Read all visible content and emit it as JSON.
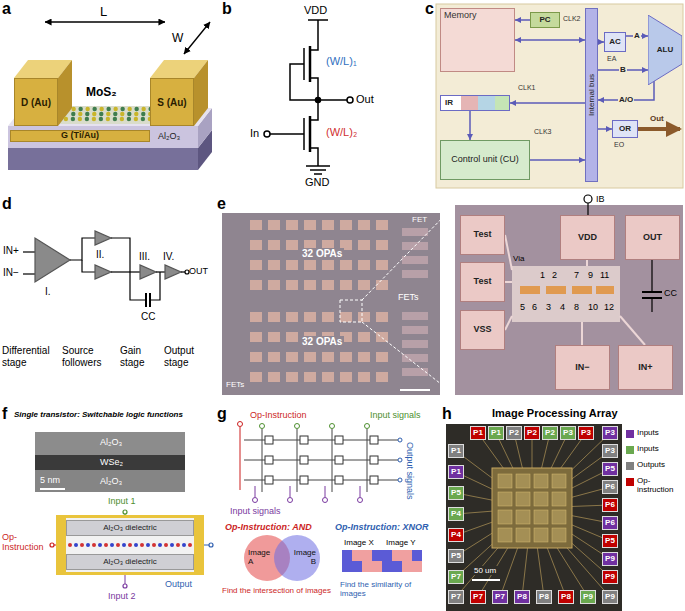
{
  "diagram": {
    "nodes": [
      {
        "text": [
          "D (Au)"
        ]
      },
      {
        "text": [
          "S (Au)"
        ]
      },
      {
        "text": [
          "G (Ti/Au)"
        ]
      },
      {
        "text": [
          "Memory"
        ]
      },
      {
        "text": [
          "PC"
        ]
      },
      {
        "text": [
          "Internal bus"
        ]
      },
      {
        "text": [
          "AC"
        ]
      },
      {
        "text": [
          "ALU"
        ]
      },
      {
        "text": [
          "IR"
        ]
      },
      {
        "text": [
          "Control unit (CU)"
        ]
      },
      {
        "text": [
          "OR"
        ]
      },
      {
        "text": [
          "Test"
        ]
      },
      {
        "text": [
          "Test"
        ]
      },
      {
        "text": [
          "VDD"
        ]
      },
      {
        "text": [
          "OUT"
        ]
      },
      {
        "text": [
          "VSS"
        ]
      },
      {
        "text": [
          "IN−"
        ]
      },
      {
        "text": [
          "IN+"
        ]
      },
      {
        "text": [
          "Al₂O₃ dielectric"
        ]
      },
      {
        "text": [
          "Al₂O₃ dielectric"
        ]
      },
      {
        "text": [
          "Image A"
        ]
      },
      {
        "text": [
          "Image B"
        ]
      },
      {
        "text": [
          "P1"
        ]
      },
      {
        "text": [
          "P1"
        ]
      },
      {
        "text": [
          "P2"
        ]
      },
      {
        "text": [
          "P2"
        ]
      },
      {
        "text": [
          "P2"
        ]
      },
      {
        "text": [
          "P3"
        ]
      },
      {
        "text": [
          "P3"
        ]
      },
      {
        "text": [
          "P1"
        ]
      },
      {
        "text": [
          "P1"
        ]
      },
      {
        "text": [
          "P5"
        ]
      },
      {
        "text": [
          "P4"
        ]
      },
      {
        "text": [
          "P4"
        ]
      },
      {
        "text": [
          "P5"
        ]
      },
      {
        "text": [
          "P7"
        ]
      },
      {
        "text": [
          "P3"
        ]
      },
      {
        "text": [
          "P3"
        ]
      },
      {
        "text": [
          "P5"
        ]
      },
      {
        "text": [
          "P6"
        ]
      },
      {
        "text": [
          "P6"
        ]
      },
      {
        "text": [
          "P6"
        ]
      },
      {
        "text": [
          "P5"
        ]
      },
      {
        "text": [
          "P9"
        ]
      },
      {
        "text": [
          "P9"
        ]
      },
      {
        "text": [
          "P7"
        ]
      },
      {
        "text": [
          "P7"
        ]
      },
      {
        "text": [
          "P7"
        ]
      },
      {
        "text": [
          "P8"
        ]
      },
      {
        "text": [
          "P8"
        ]
      },
      {
        "text": [
          "P8"
        ]
      },
      {
        "text": [
          "P9"
        ]
      },
      {
        "text": [
          "P9"
        ]
      }
    ],
    "edges": [
      {
        "from": 4,
        "to": 3,
        "arrow": "to"
      },
      {
        "from": 3,
        "to": 5,
        "arrow": "both"
      },
      {
        "from": 5,
        "to": 6,
        "arrow": "to"
      },
      {
        "from": 6,
        "to": 7,
        "arrow": "to",
        "label": "A"
      },
      {
        "from": 5,
        "to": 7,
        "arrow": "to",
        "label": "B"
      },
      {
        "from": 7,
        "to": 5,
        "arrow": "to",
        "label": "A/O"
      },
      {
        "from": 5,
        "to": 8,
        "arrow": "to"
      },
      {
        "from": 8,
        "to": 9,
        "arrow": "to"
      },
      {
        "from": 5,
        "to": 10,
        "arrow": "to"
      },
      {
        "from": 9,
        "to": 5,
        "arrow": "to"
      }
    ],
    "labels": [
      "a",
      "L",
      "W",
      "MoS₂",
      "Al₂O₃",
      "b",
      "VDD",
      "(W/L)₁",
      "Out",
      "(W/L)₂",
      "In",
      "GND",
      "c",
      "CLK2",
      "CLK1",
      "CLK3",
      "EA",
      "EO",
      "Out",
      "d",
      "IN+",
      "IN−",
      "I.",
      "II.",
      "III.",
      "IV.",
      "OUT",
      "CC",
      "Differential stage",
      "Source followers",
      "Gain stage",
      "Output stage",
      "e",
      "FET",
      "32 OPAs",
      "FETs",
      "32 OPAs",
      "FETs",
      "IB",
      "Via",
      "1",
      "2",
      "7",
      "9",
      "11",
      "5",
      "6",
      "3",
      "4",
      "8",
      "10",
      "12",
      "CC",
      "f",
      "Single transistor: Switchable logic functions",
      "Al₂O₃",
      "WSe₂",
      "Al₂O₃",
      "5 nm",
      "Input 1",
      "Op-Instruction",
      "Output",
      "Input 2",
      "g",
      "Op-Instruction",
      "Input signals",
      "Output signals",
      "Input signals",
      "Op-Instruction: AND",
      "Find the intersection of images",
      "Op-Instruction: XNOR",
      "Image X",
      "Image Y",
      "Find the similarity of images",
      "h",
      "Image Processing Array",
      "50 um"
    ],
    "legend": [
      {
        "text": "Inputs",
        "color": "#7030a0"
      },
      {
        "text": "Inputs",
        "color": "#6aa84f"
      },
      {
        "text": "Outputs",
        "color": "#808080"
      },
      {
        "text": "Op-instruction",
        "color": "#c00000"
      }
    ]
  }
}
